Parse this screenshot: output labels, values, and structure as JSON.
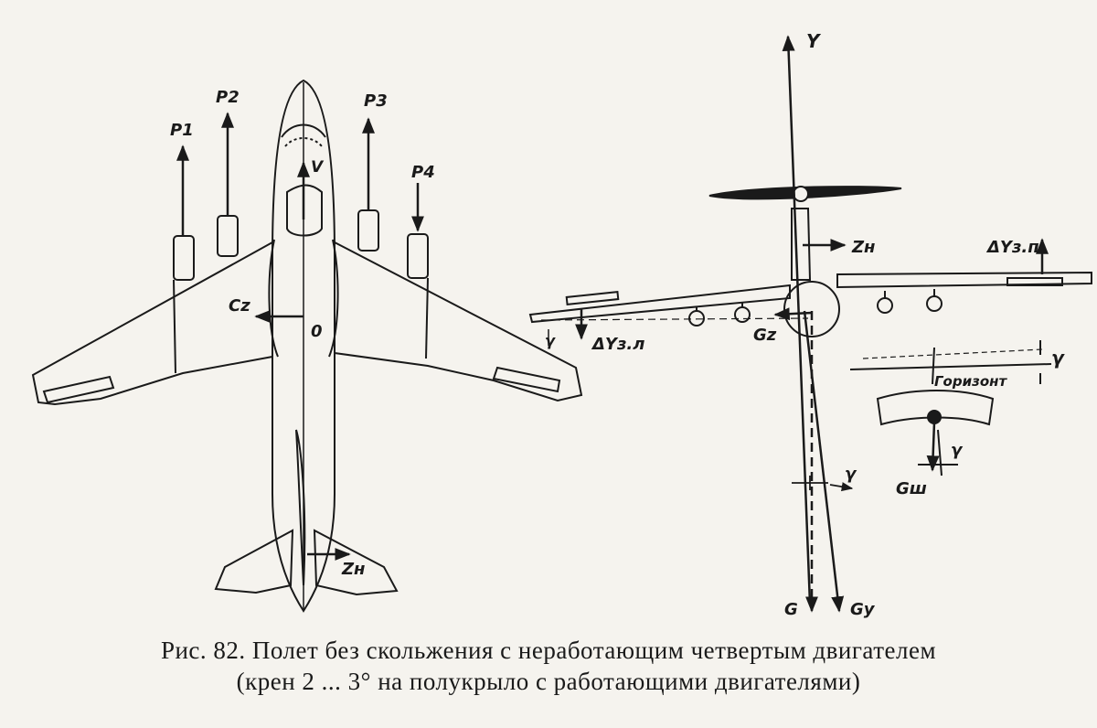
{
  "figure": {
    "labels": {
      "p1": "P1",
      "p2": "P2",
      "p3": "P3",
      "p4": "P4",
      "v": "V",
      "cz": "Cz",
      "o": "0",
      "zh_tail": "Zн",
      "y_axis": "Y",
      "zh_fin": "Zн",
      "dy_right": "ΔYз.п",
      "dy_left": "ΔYз.л",
      "gz": "Gz",
      "gamma_wing": "γ",
      "gamma_horizon": "γ",
      "horizon": "Горизонт",
      "gamma_ball": "γ",
      "gsh": "Gш",
      "gamma_bottom": "γ",
      "g": "G",
      "gy": "Gy"
    },
    "caption": {
      "line1": "Рис. 82. Полет без скольжения с неработающим четвертым двигателем",
      "line2": "(крен 2 ... 3° на полукрыло с работающими двигателями)"
    }
  }
}
